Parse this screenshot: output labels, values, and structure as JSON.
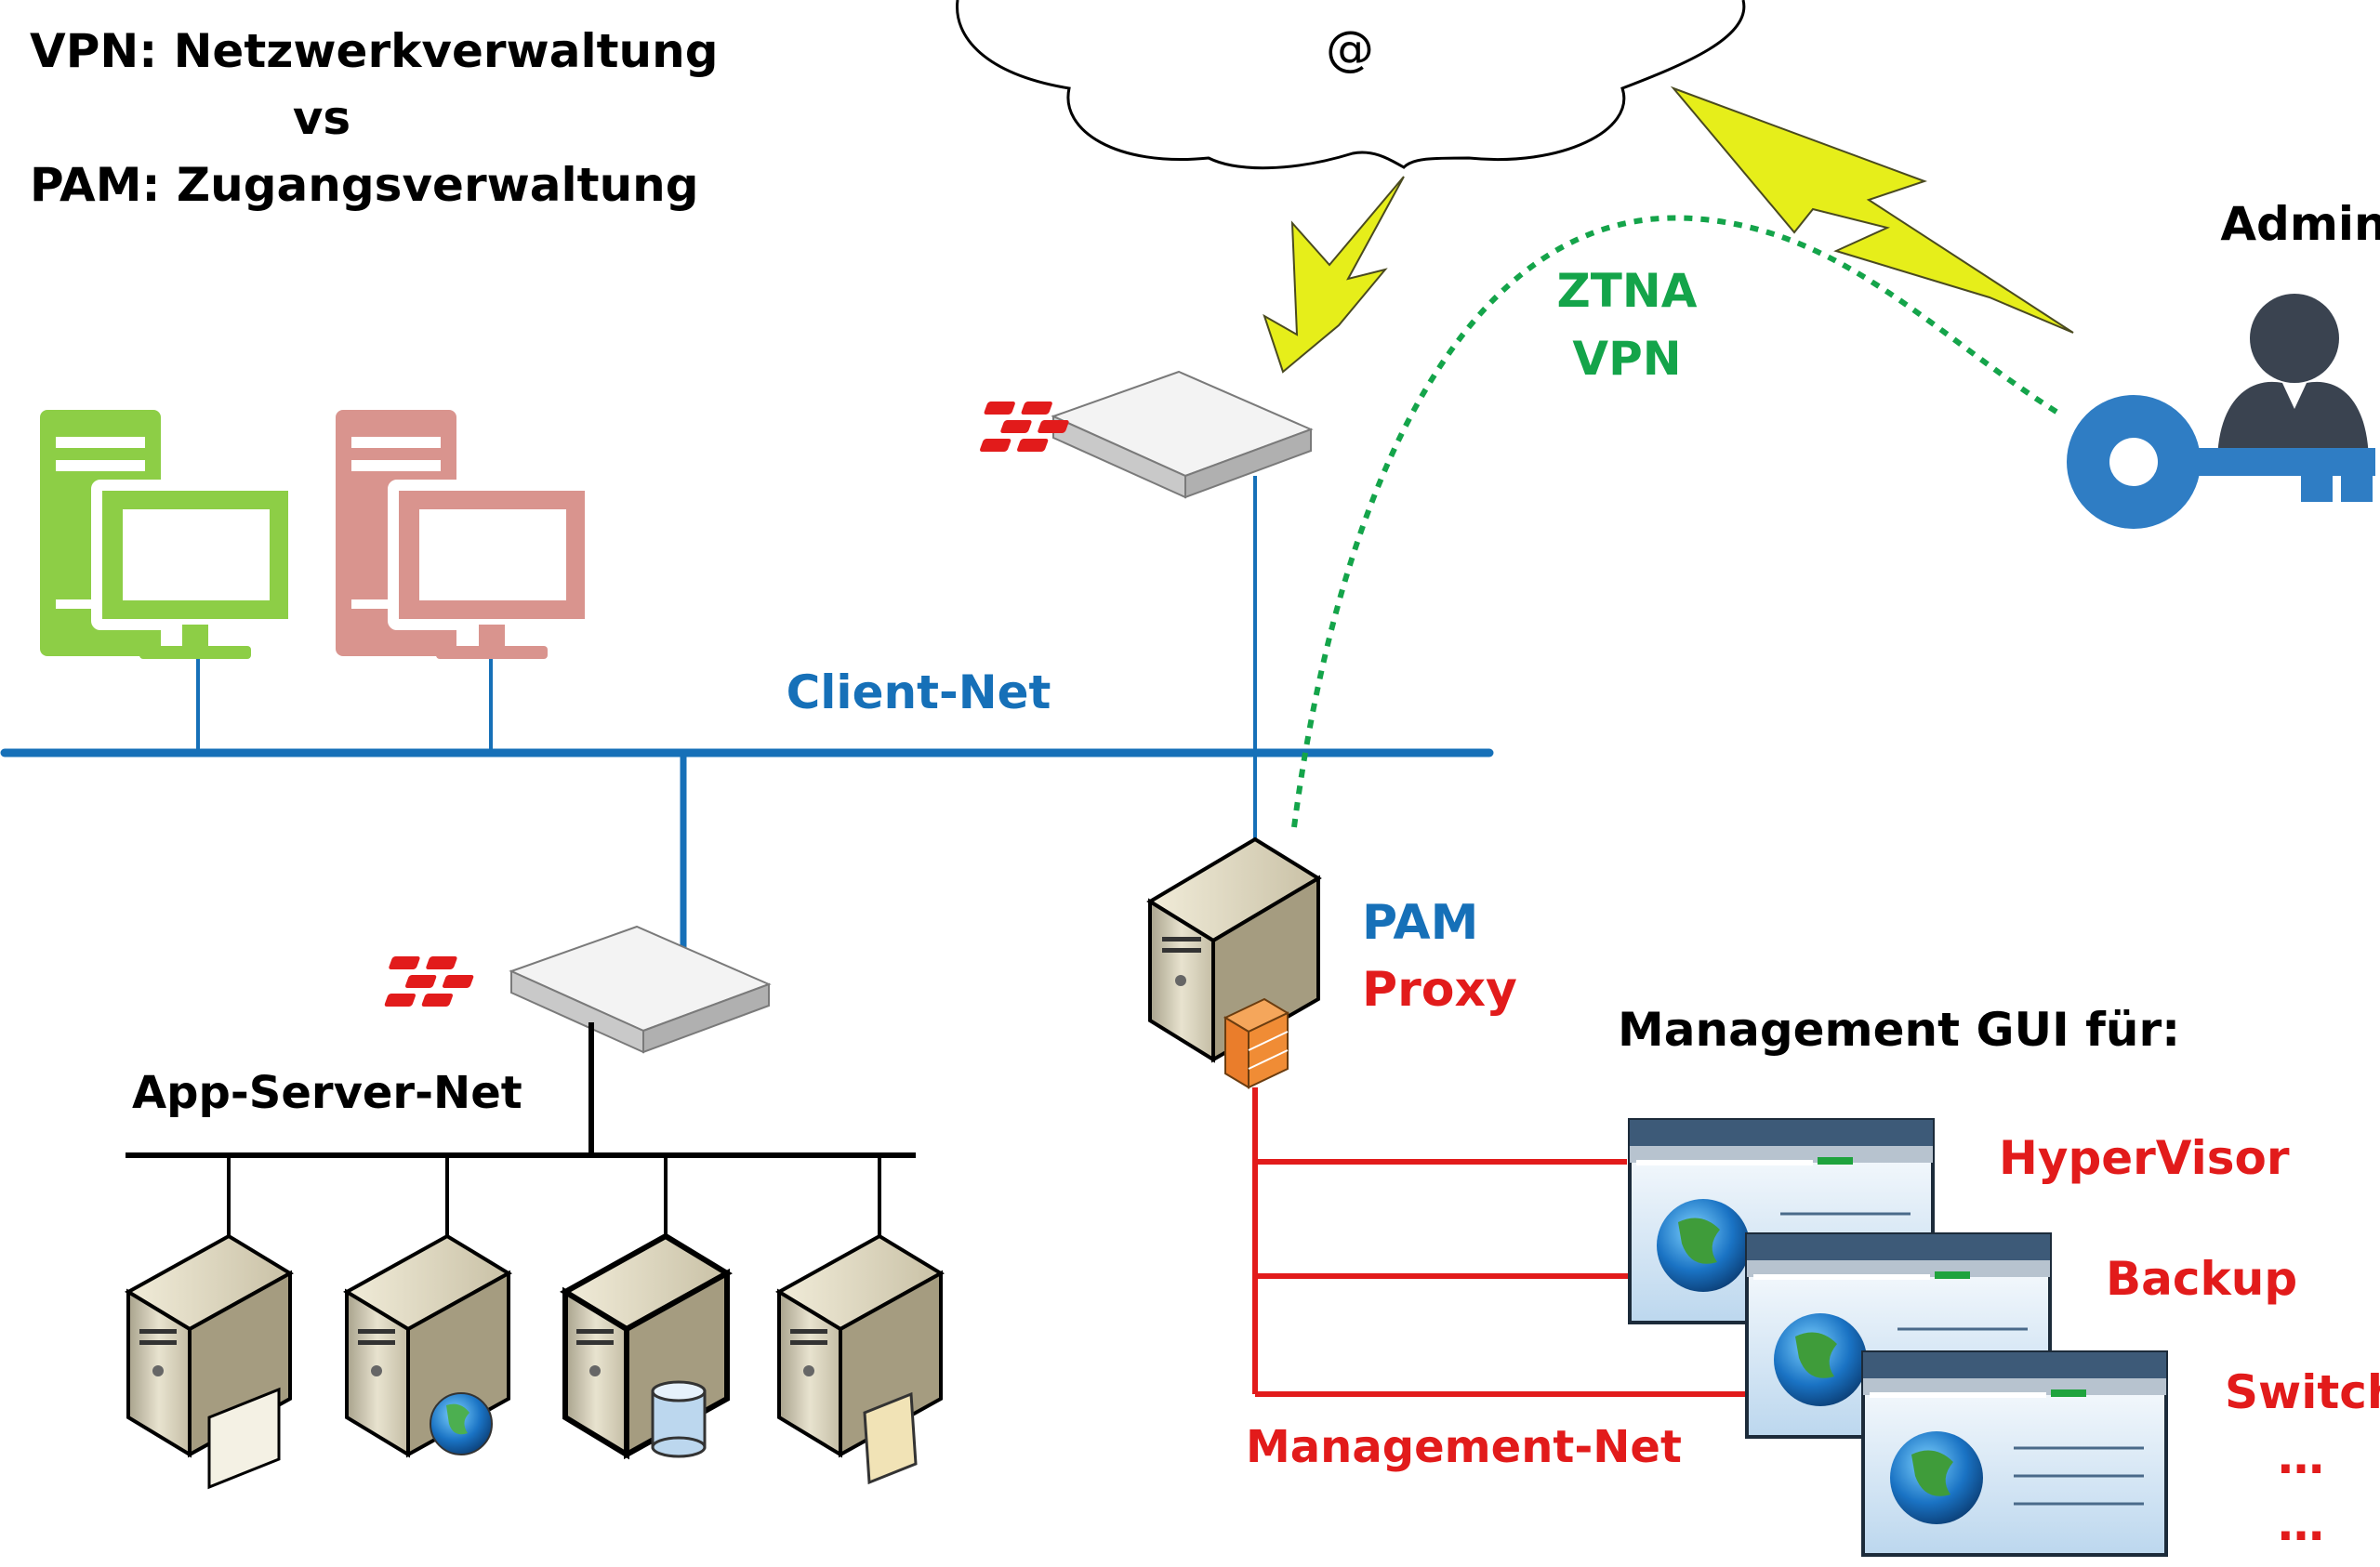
{
  "header": {
    "line1": "VPN: Netzwerkverwaltung",
    "line2": "vs",
    "line3": "PAM: Zugangsverwaltung"
  },
  "cloud": {
    "label": "@"
  },
  "tunnel": {
    "line1": "ZTNA",
    "line2": "VPN"
  },
  "admin": {
    "label": "Admin"
  },
  "networks": {
    "client_net": "Client-Net",
    "app_server_net": "App-Server-Net",
    "management_net": "Management-Net"
  },
  "pam": {
    "line1": "PAM",
    "line2": "Proxy"
  },
  "management": {
    "heading": "Management GUI für:",
    "targets": [
      "HyperVisor",
      "Backup",
      "Switch",
      "…",
      "…"
    ]
  },
  "colors": {
    "client_net": "#1670b8",
    "management_net": "#e21b1b",
    "tunnel": "#14a44a",
    "client_pc_1": "#8dce46",
    "client_pc_2": "#d9948e",
    "admin_key": "#2f7dc4",
    "admin_person": "#3a4350",
    "lightning": "#e6ee1a"
  }
}
